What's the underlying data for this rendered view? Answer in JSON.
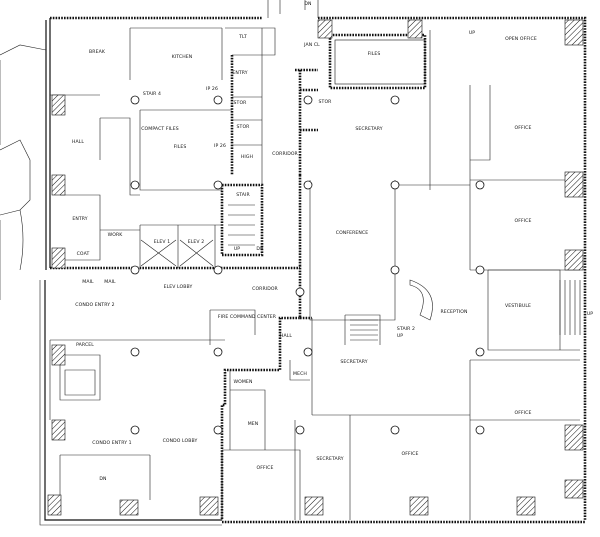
{
  "labels": {
    "break": "BREAK",
    "kitchen": "KITCHEN",
    "tlt": "TLT",
    "entry_top": "ENTRY",
    "stair4": "STAIR 4",
    "stor_a": "STOR",
    "stor_b": "STOR",
    "compact_files": "COMPACT FILES",
    "files_mid": "FILES",
    "hall_left": "HALL",
    "entry_left": "ENTRY",
    "work": "WORK",
    "elev1": "ELEV 1",
    "elev2": "ELEV 2",
    "stair": "STAIR",
    "up": "UP",
    "dn": "DN",
    "high": "HIGH",
    "corridor_top": "CORRIDOR",
    "coat": "COAT",
    "mail1": "MAIL",
    "mail2": "MAIL",
    "elev_lobby": "ELEV LOBBY",
    "corridor_mid": "CORRIDOR",
    "condo_entry2": "CONDO ENTRY 2",
    "parcel": "PARCEL",
    "fire_command": "FIRE COMMAND CENTER",
    "hall_mid": "HALL",
    "women": "WOMEN",
    "men": "MEN",
    "mech": "MECH",
    "condo_entry1": "CONDO ENTRY 1",
    "condo_lobby": "CONDO LOBBY",
    "office_bottom_left": "OFFICE",
    "secretary_bottom": "SECRETARY",
    "office_bottom_mid": "OFFICE",
    "jan_cl": "JAN CL",
    "files_top": "FILES",
    "open_office": "OPEN OFFICE",
    "stor_c": "STOR",
    "secretary_top": "SECRETARY",
    "conference": "CONFERENCE",
    "reception": "RECEPTION",
    "stair2": "STAIR 2",
    "secretary_mid": "SECRETARY",
    "vestibule": "VESTIBULE",
    "office_r1": "OFFICE",
    "office_r2": "OFFICE",
    "office_r3": "OFFICE",
    "up_right": "UP",
    "ip_1": "IP 26",
    "ip_2": "IP 26"
  }
}
